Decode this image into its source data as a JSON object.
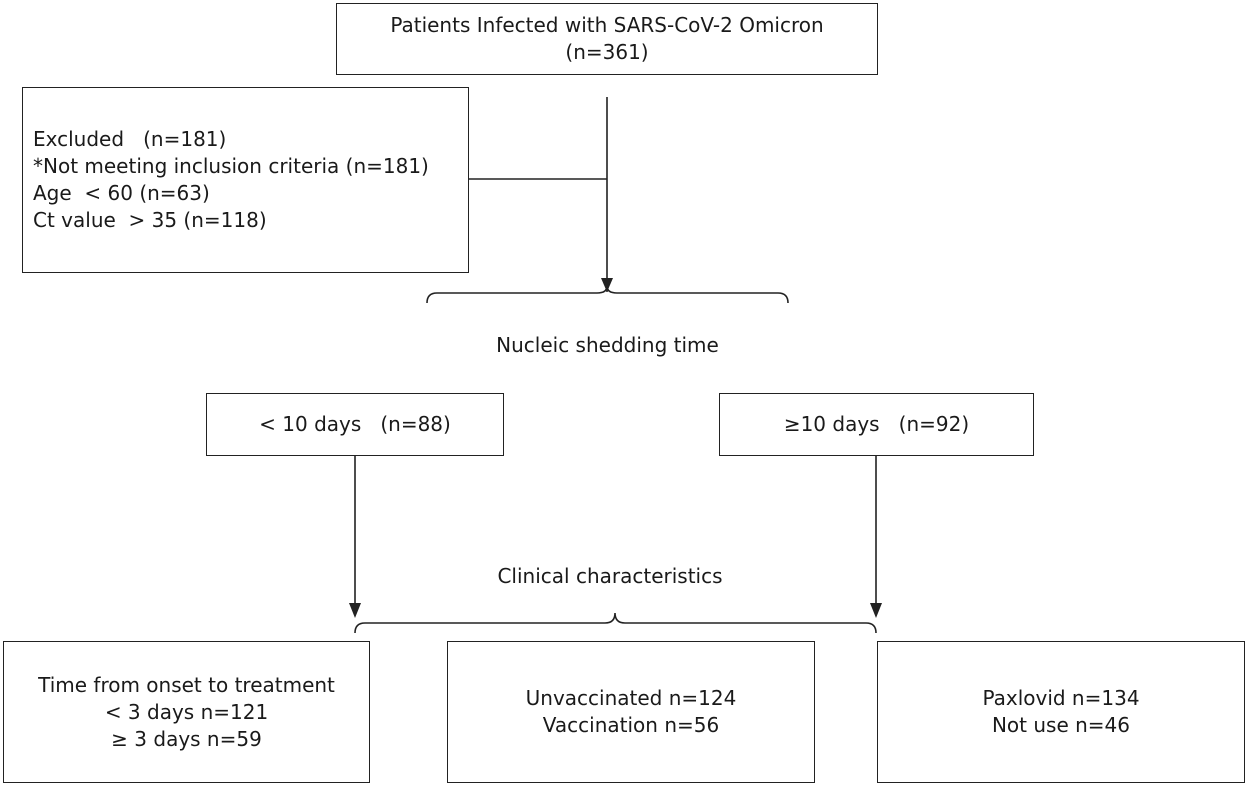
{
  "top_box": {
    "line1": "Patients Infected with SARS-CoV-2 Omicron",
    "line2": "(n=361)"
  },
  "excluded_box": {
    "lines": [
      "Excluded   (n=181)",
      "*Not meeting inclusion criteria (n=181)",
      "Age  < 60 (n=63)",
      "Ct value  > 35 (n=118)"
    ]
  },
  "labels": {
    "nucleic_shedding_time": "Nucleic shedding time",
    "clinical_characteristics": "Clinical characteristics"
  },
  "groups": {
    "short": "< 10 days   (n=88)",
    "long": "≥10 days   (n=92)"
  },
  "bottom_boxes": {
    "onset": {
      "lines": [
        "Time from onset to treatment",
        "< 3 days n=121",
        "≥ 3 days n=59"
      ]
    },
    "vaccination": {
      "lines": [
        "Unvaccinated n=124",
        "Vaccination n=56"
      ]
    },
    "paxlovid": {
      "lines": [
        "Paxlovid n=134",
        "Not use n=46"
      ]
    }
  }
}
